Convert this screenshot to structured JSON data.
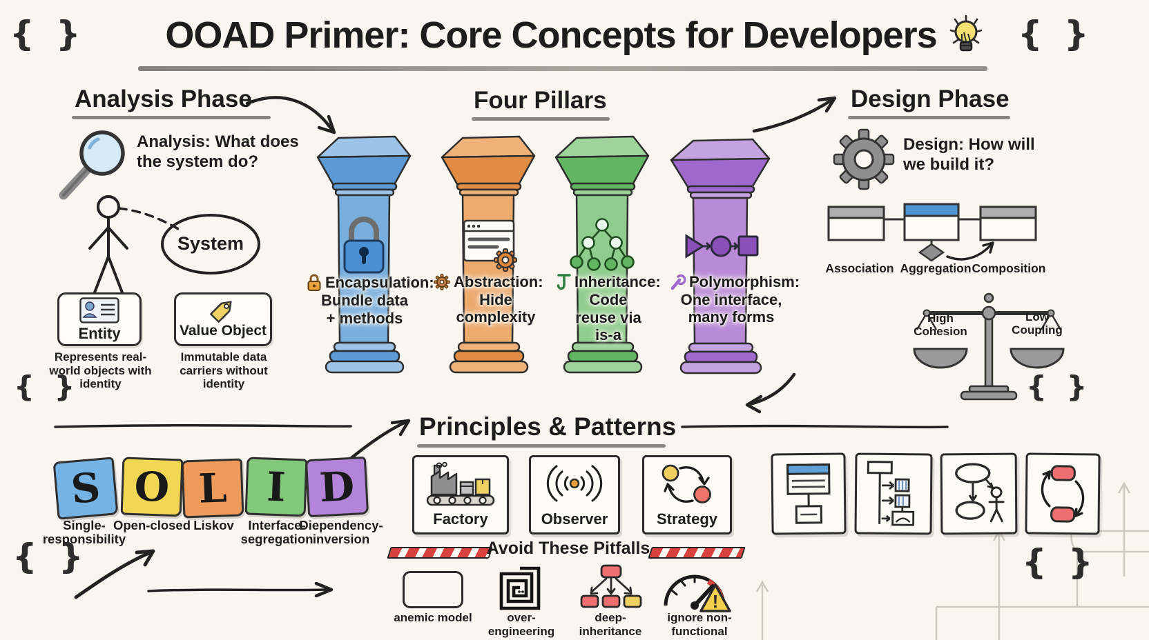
{
  "colors": {
    "paper": "#f8f6ef",
    "ink": "#1d1d1d",
    "pillar_blue": "#5b9ad6",
    "pillar_orange": "#e08b44",
    "pillar_green": "#62b561",
    "pillar_purple": "#9f68cc",
    "solid_s": "#74b3e3",
    "solid_o": "#f2d755",
    "solid_l": "#ee9a5a",
    "solid_i": "#82c87a",
    "solid_d": "#b384d9",
    "pitfall_red": "#d9413d",
    "accent_yellow": "#f0d264"
  },
  "braces": "{ }",
  "title": {
    "text": "OOAD Primer: Core Concepts for Developers",
    "icon": "lightbulb-icon"
  },
  "analysis": {
    "heading": "Analysis Phase",
    "question": "Analysis: What does the system do?",
    "use_case_label": "System",
    "cards": [
      {
        "label": "Entity",
        "desc": "Represents real-world objects with identity",
        "icon": "id-card-icon"
      },
      {
        "label": "Value Object",
        "desc": "Immutable data carriers without identity",
        "icon": "tag-icon"
      }
    ]
  },
  "pillars": {
    "heading": "Four Pillars",
    "items": [
      {
        "name": "Encapsulation:",
        "desc": "Bundle data + methods",
        "color": "#5b9ad6",
        "icon": "lock-icon"
      },
      {
        "name": "Abstraction:",
        "desc": "Hide complexity",
        "color": "#e08b44",
        "icon": "gear-icon"
      },
      {
        "name": "Inheritance:",
        "desc": "Code reuse via is-a",
        "color": "#62b561",
        "icon": "tree-icon"
      },
      {
        "name": "Polymorphism:",
        "desc": "One interface, many forms",
        "color": "#9f68cc",
        "icon": "triangle-circle-square-icon"
      }
    ]
  },
  "design": {
    "heading": "Design Phase",
    "question": "Design: How will we build it?",
    "relationships": [
      "Association",
      "Aggregation",
      "Composition"
    ],
    "scale": {
      "left": "High Cohesion",
      "right": "Low Coupling"
    }
  },
  "principles": {
    "heading": "Principles & Patterns",
    "solid": [
      {
        "letter": "S",
        "label": "Single-responsibility",
        "color": "#74b3e3"
      },
      {
        "letter": "O",
        "label": "Open-closed",
        "color": "#f2d755"
      },
      {
        "letter": "L",
        "label": "Liskov",
        "color": "#ee9a5a"
      },
      {
        "letter": "I",
        "label": "Interface-segregation",
        "color": "#82c87a"
      },
      {
        "letter": "D",
        "label": "Diependency-inversion",
        "color": "#b384d9"
      }
    ],
    "patterns": [
      {
        "label": "Factory",
        "icon": "factory-icon"
      },
      {
        "label": "Observer",
        "icon": "signal-waves-icon"
      },
      {
        "label": "Strategy",
        "icon": "cycle-shapes-icon"
      }
    ],
    "diagram_thumbs": [
      "class-diagram",
      "sequence-diagram",
      "use-case-diagram",
      "state-cycle-diagram"
    ]
  },
  "pitfalls": {
    "heading": "Avoid These Pitfalls",
    "warning_mark": "!",
    "items": [
      {
        "label": "anemic model",
        "icon": "empty-box-icon"
      },
      {
        "label": "over-engineering",
        "icon": "maze-icon"
      },
      {
        "label": "deep-inheritance",
        "icon": "inheritance-tree-icon"
      },
      {
        "label": "ignore non-functional",
        "icon": "gauge-warning-icon"
      }
    ]
  }
}
